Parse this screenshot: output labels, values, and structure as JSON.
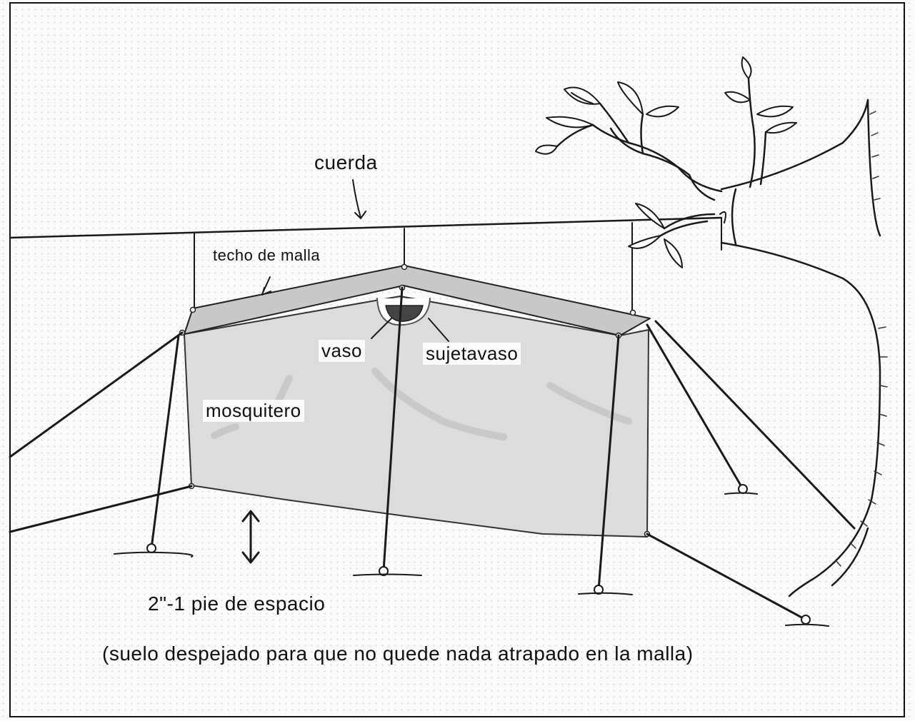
{
  "labels": {
    "rope": "cuerda",
    "mesh_roof": "techo de malla",
    "cup": "vaso",
    "cup_holder": "sujetavaso",
    "mosquito_net": "mosquitero",
    "gap": "2\"-1 pie de espacio",
    "ground_note": "(suelo despejado para que no quede nada atrapado en la malla)"
  }
}
